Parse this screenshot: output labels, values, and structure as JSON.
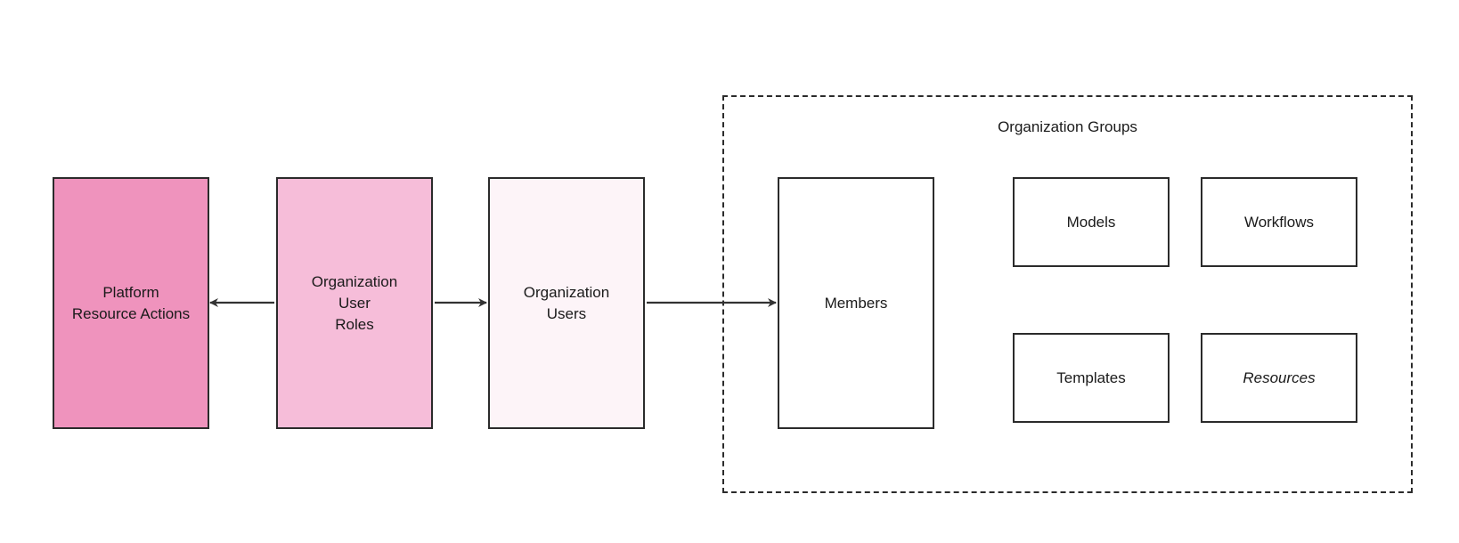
{
  "diagram": {
    "nodes": {
      "platform": {
        "label": "Platform\nResource Actions",
        "fill": "#ef93bd"
      },
      "roles": {
        "label": "Organization\nUser\nRoles",
        "fill": "#f6bdd9"
      },
      "users": {
        "label": "Organization\nUsers",
        "fill": "#fdf4f8"
      },
      "members": {
        "label": "Members",
        "fill": "#ffffff"
      },
      "models": {
        "label": "Models",
        "fill": "#ffffff"
      },
      "workflows": {
        "label": "Workflows",
        "fill": "#ffffff"
      },
      "templates": {
        "label": "Templates",
        "fill": "#ffffff"
      },
      "resources": {
        "label": "Resources",
        "fill": "#ffffff"
      }
    },
    "group": {
      "title": "Organization Groups"
    },
    "edges": [
      {
        "from": "roles",
        "to": "platform"
      },
      {
        "from": "roles",
        "to": "users"
      },
      {
        "from": "users",
        "to": "members"
      }
    ],
    "colors": {
      "stroke": "#2b2b2b",
      "text": "#1a1a1a",
      "arrow": "#333333"
    }
  }
}
